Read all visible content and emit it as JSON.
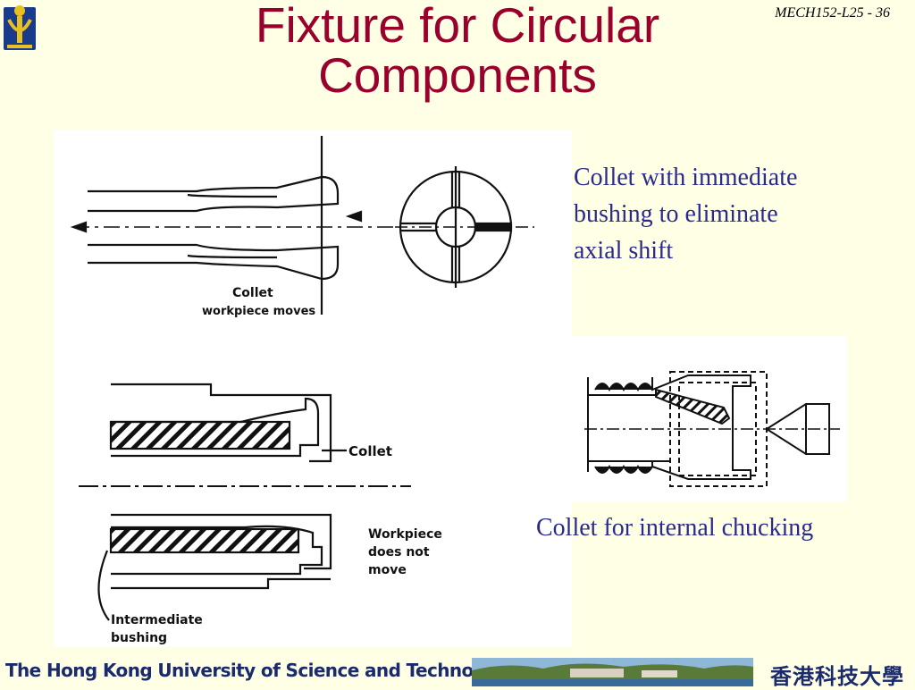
{
  "slide": {
    "title_line1": "Fixture for Circular",
    "title_line2": "Components",
    "number": "MECH152-L25 - 36"
  },
  "figure_top": {
    "label_line1": "Collet",
    "label_line2": "workpiece moves"
  },
  "figure_bottom": {
    "collet_label": "Collet",
    "workpiece_line1": "Workpiece",
    "workpiece_line2": "does not",
    "workpiece_line3": "move",
    "bushing_line1": "Intermediate",
    "bushing_line2": "bushing"
  },
  "captions": {
    "collet_bushing_line1": "Collet with immediate",
    "collet_bushing_line2": "bushing to eliminate",
    "collet_bushing_line3": "axial shift",
    "internal_chucking": "Collet for internal chucking"
  },
  "footer": {
    "university_en": "The Hong Kong University of Science and Technology",
    "university_cn": "香港科技大學"
  },
  "colors": {
    "background": "#ffffe6",
    "title": "#99002b",
    "caption": "#2a2a8c",
    "footer_text": "#1a2a6c"
  }
}
